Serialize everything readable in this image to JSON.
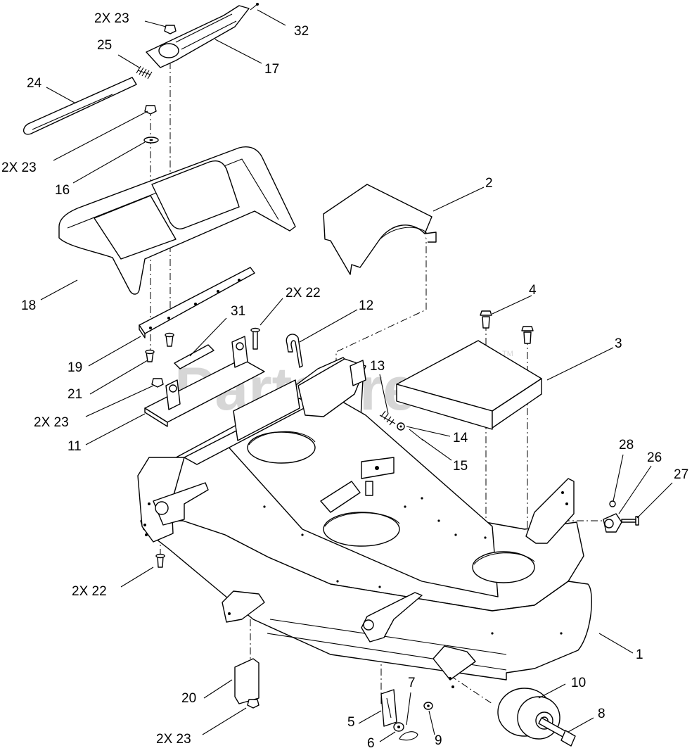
{
  "watermark": {
    "text": "PartsTree",
    "tm": "TM"
  },
  "callouts": [
    {
      "id": "c-2x23-top",
      "text": "2X  23"
    },
    {
      "id": "c-32",
      "text": "32"
    },
    {
      "id": "c-25",
      "text": "25"
    },
    {
      "id": "c-17",
      "text": "17"
    },
    {
      "id": "c-24",
      "text": "24"
    },
    {
      "id": "c-2x23-left",
      "text": "2X  23"
    },
    {
      "id": "c-16",
      "text": "16"
    },
    {
      "id": "c-2",
      "text": "2"
    },
    {
      "id": "c-18",
      "text": "18"
    },
    {
      "id": "c-2x22-mid",
      "text": "2X  22"
    },
    {
      "id": "c-12",
      "text": "12"
    },
    {
      "id": "c-4",
      "text": "4"
    },
    {
      "id": "c-31",
      "text": "31"
    },
    {
      "id": "c-3",
      "text": "3"
    },
    {
      "id": "c-13",
      "text": "13"
    },
    {
      "id": "c-19",
      "text": "19"
    },
    {
      "id": "c-21",
      "text": "21"
    },
    {
      "id": "c-2x23-mid",
      "text": "2X  23"
    },
    {
      "id": "c-14",
      "text": "14"
    },
    {
      "id": "c-11",
      "text": "11"
    },
    {
      "id": "c-15",
      "text": "15"
    },
    {
      "id": "c-28",
      "text": "28"
    },
    {
      "id": "c-26",
      "text": "26"
    },
    {
      "id": "c-27",
      "text": "27"
    },
    {
      "id": "c-2x22-low",
      "text": "2X  22"
    },
    {
      "id": "c-1",
      "text": "1"
    },
    {
      "id": "c-10",
      "text": "10"
    },
    {
      "id": "c-7",
      "text": "7"
    },
    {
      "id": "c-20",
      "text": "20"
    },
    {
      "id": "c-8",
      "text": "8"
    },
    {
      "id": "c-5",
      "text": "5"
    },
    {
      "id": "c-6",
      "text": "6"
    },
    {
      "id": "c-9",
      "text": "9"
    },
    {
      "id": "c-2x23-bottom",
      "text": "2X  23"
    }
  ]
}
